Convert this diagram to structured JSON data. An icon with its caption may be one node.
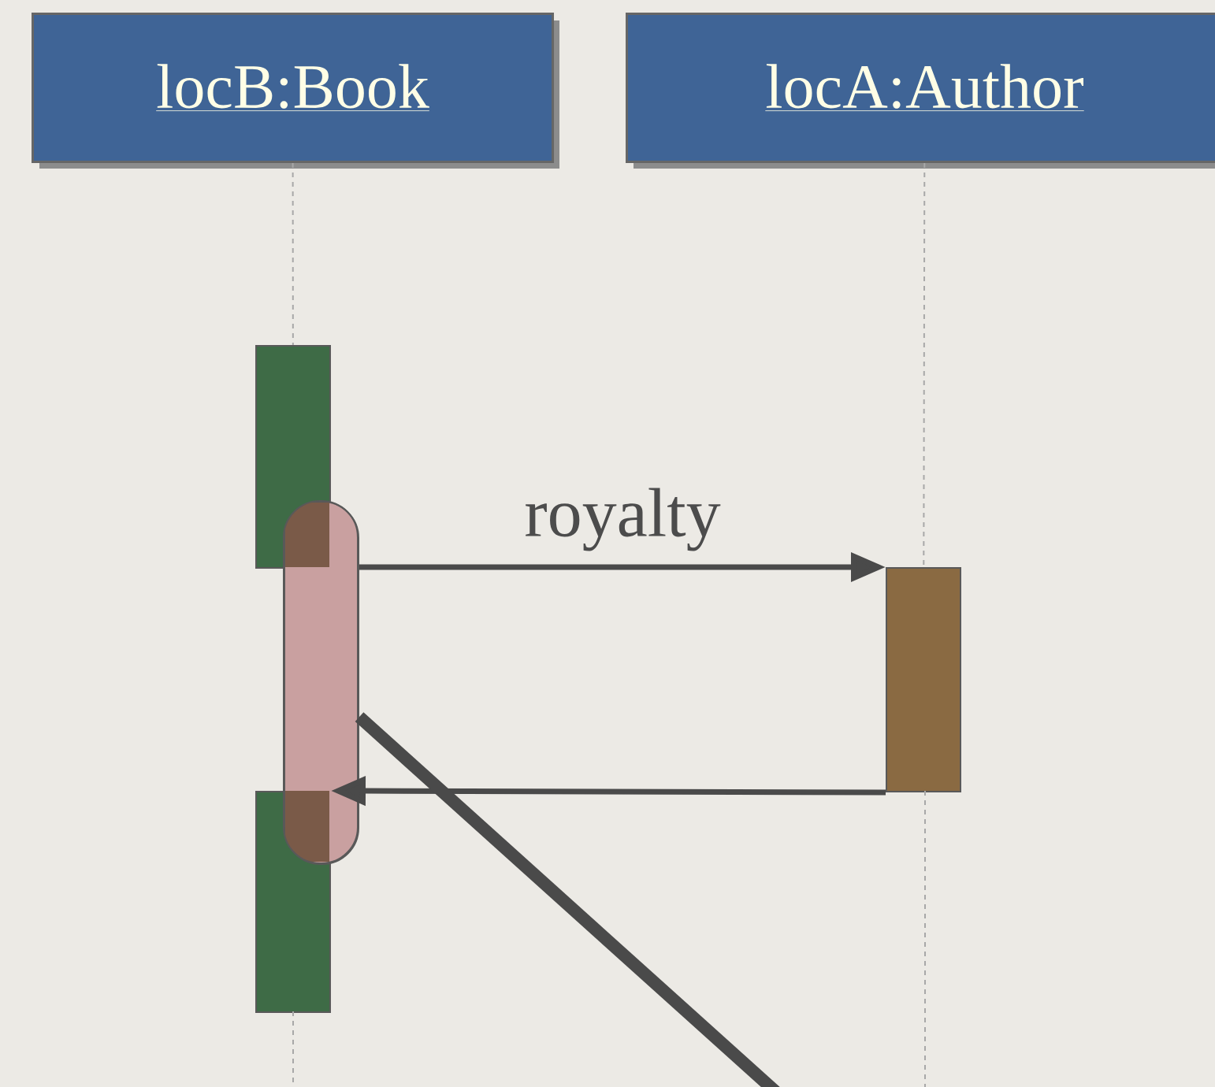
{
  "diagram": {
    "nodes": [
      {
        "text": [
          "locB:Book"
        ]
      },
      {
        "text": [
          "locA:Author"
        ]
      },
      {
        "text": [],
        "shape": "bar"
      },
      {
        "text": [],
        "shape": "bar"
      },
      {
        "text": [],
        "shape": "bar"
      },
      {
        "text": [],
        "shape": "box"
      }
    ],
    "edges": [
      {
        "from": 0,
        "to": 2,
        "arrow": "none",
        "style": "dashed",
        "color": "#a8a8a8"
      },
      {
        "from": 1,
        "to": 3,
        "arrow": "none",
        "style": "dashed",
        "color": "#a8a8a8"
      },
      {
        "from": 5,
        "to": 3,
        "arrow": "to",
        "label": "royalty"
      },
      {
        "from": 3,
        "to": 4,
        "arrow": "to"
      },
      {
        "from": null,
        "to": 5,
        "arrow": "none",
        "style": "thick"
      }
    ]
  }
}
